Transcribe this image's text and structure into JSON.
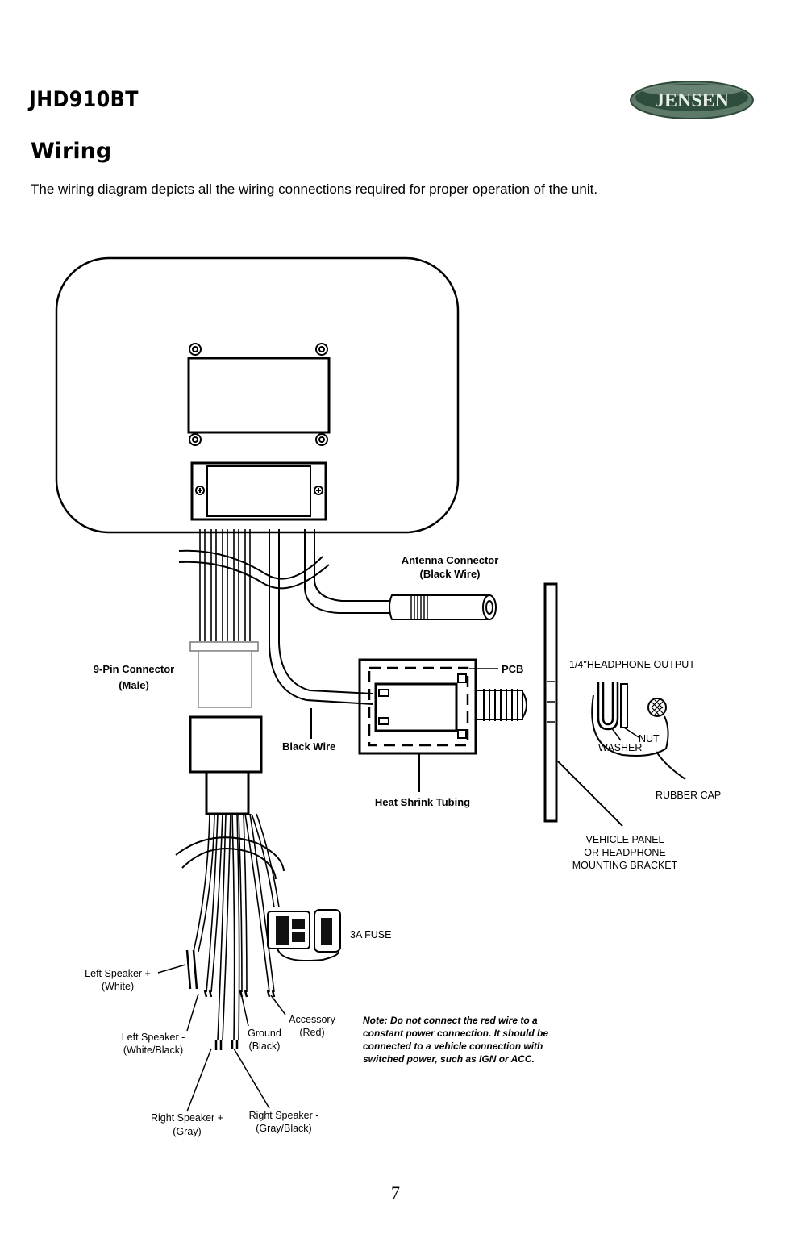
{
  "header": {
    "model": "JHD910BT",
    "brand_logo": "JENSEN"
  },
  "section": {
    "title": "Wiring",
    "intro": "The wiring diagram depicts all the wiring connections required for proper operation of the unit."
  },
  "diagram": {
    "antenna_connector": [
      "Antenna Connector",
      "(Black Wire)"
    ],
    "pcb": "PCB",
    "headphone_output": "1/4\"HEADPHONE OUTPUT",
    "nut": "NUT",
    "washer": "WASHER",
    "rubber_cap": "RUBBER CAP",
    "vehicle_panel": [
      "VEHICLE PANEL",
      "OR HEADPHONE",
      "MOUNTING BRACKET"
    ],
    "nine_pin_connector": [
      "9-Pin Connector",
      "(Male)"
    ],
    "black_wire": "Black Wire",
    "heat_shrink": "Heat Shrink Tubing",
    "fuse": "3A FUSE",
    "left_speaker_plus": [
      "Left Speaker +",
      "(White)"
    ],
    "left_speaker_minus": [
      "Left Speaker -",
      "(White/Black)"
    ],
    "ground": [
      "Ground",
      "(Black)"
    ],
    "accessory": [
      "Accessory",
      "(Red)"
    ],
    "right_speaker_plus": [
      "Right Speaker +",
      "(Gray)"
    ],
    "right_speaker_minus": [
      "Right Speaker -",
      "(Gray/Black)"
    ],
    "note": [
      "Note: Do not connect the red wire to a",
      "constant power connection. It should be",
      "connected to a vehicle connection with",
      "switched power, such as IGN or ACC."
    ]
  },
  "footer": {
    "page_number": "7"
  },
  "colors": {
    "logo_dark": "#3d5a48",
    "logo_light": "#9fb6a8"
  }
}
